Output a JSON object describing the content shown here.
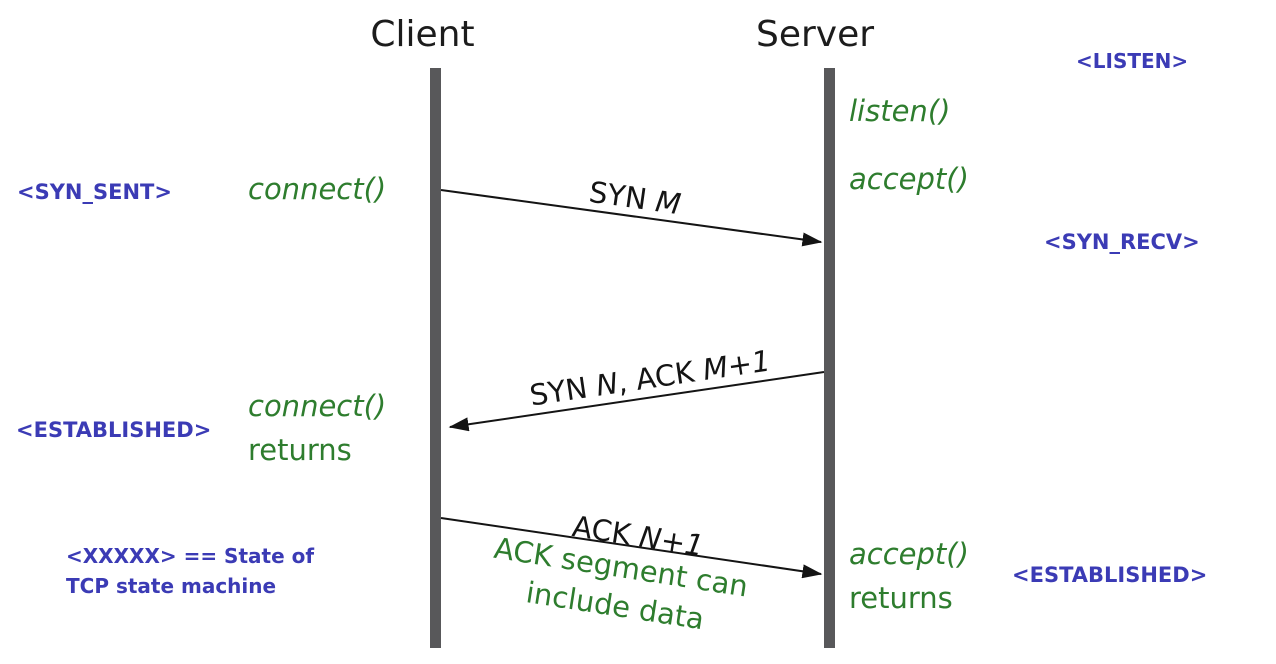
{
  "lanes": {
    "client": "Client",
    "server": "Server"
  },
  "states": {
    "listen": "<LISTEN>",
    "syn_sent": "<SYN_SENT>",
    "syn_recv": "<SYN_RECV>",
    "established_client": "<ESTABLISHED>",
    "established_server": "<ESTABLISHED>"
  },
  "calls": {
    "listen": "listen()",
    "accept": "accept()",
    "connect": "connect()",
    "connect_returns": {
      "fn": "connect()",
      "word": "returns"
    },
    "accept_returns": {
      "fn": "accept()",
      "word": "returns"
    }
  },
  "messages": {
    "syn": {
      "p1": "SYN ",
      "v1": "M"
    },
    "syn_ack": {
      "p1": "SYN ",
      "v1": "N",
      "p2": ", ACK ",
      "v2": "M+1"
    },
    "ack": {
      "p1": "ACK ",
      "v1": "N+1"
    }
  },
  "notes": {
    "ack_segment": {
      "line1": "ACK segment can",
      "line2": "include data"
    },
    "legend": {
      "line1": "<XXXXX> == State of",
      "line2": "TCP state machine"
    }
  },
  "colors": {
    "state_blue": "#3b3bb5",
    "call_green": "#2e7d2e",
    "arrow_black": "#141414",
    "lifeline_gray": "#58585a"
  }
}
